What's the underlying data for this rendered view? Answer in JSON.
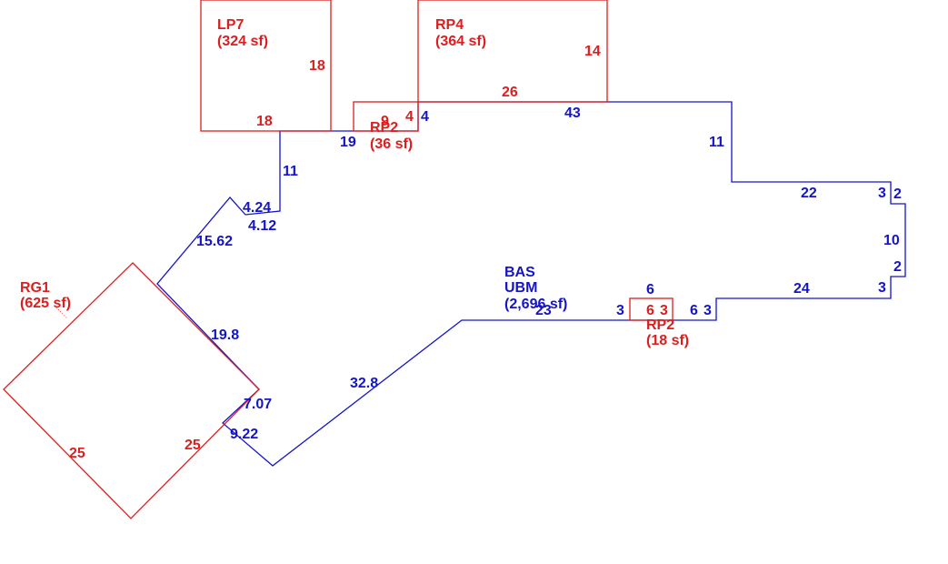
{
  "colors": {
    "main_area": "#1414c8",
    "additions": "#dc1e1e",
    "background": "#ffffff"
  },
  "main_area": {
    "code": "BAS",
    "name": "UBM",
    "area": "(2,696 sf)"
  },
  "lp7": {
    "code": "LP7",
    "area": "(324 sf)",
    "dims": {
      "right": "18",
      "bottom": "18"
    }
  },
  "rp4": {
    "code": "RP4",
    "area": "(364 sf)",
    "dims": {
      "right": "14",
      "bottom": "26"
    }
  },
  "rp2_top": {
    "code": "RP2",
    "area": "(36 sf)",
    "dims": {
      "width": "9",
      "height": "4"
    }
  },
  "rp2_bottom": {
    "code": "RP2",
    "area": "(18 sf)",
    "dims": {
      "width": "6",
      "height": "3"
    }
  },
  "rg1": {
    "code": "RG1",
    "area": "(625 sf)",
    "dims": {
      "lower_left": "25",
      "lower_right": "25"
    }
  },
  "main_dims": {
    "top_center": "43",
    "top_left": "19",
    "left_short": "4",
    "right_upper": "11",
    "upper_left_vertical": "11",
    "step_a": "4.24",
    "step_b": "4.12",
    "diag_upper": "15.62",
    "diag_rg1": "19.8",
    "diag_small": "7.07",
    "diag_lower": "9.22",
    "diag_long": "32.8",
    "bottom_mid": "23",
    "bump_left": "3",
    "bump_top": "6",
    "bump_right": "6",
    "bump_right_step": "3",
    "bottom_right": "24",
    "right_step_top": "22",
    "right_notch_a": "3",
    "right_notch_b": "2",
    "right_vertical": "10",
    "right_notch_c": "2",
    "right_notch_d": "3"
  }
}
